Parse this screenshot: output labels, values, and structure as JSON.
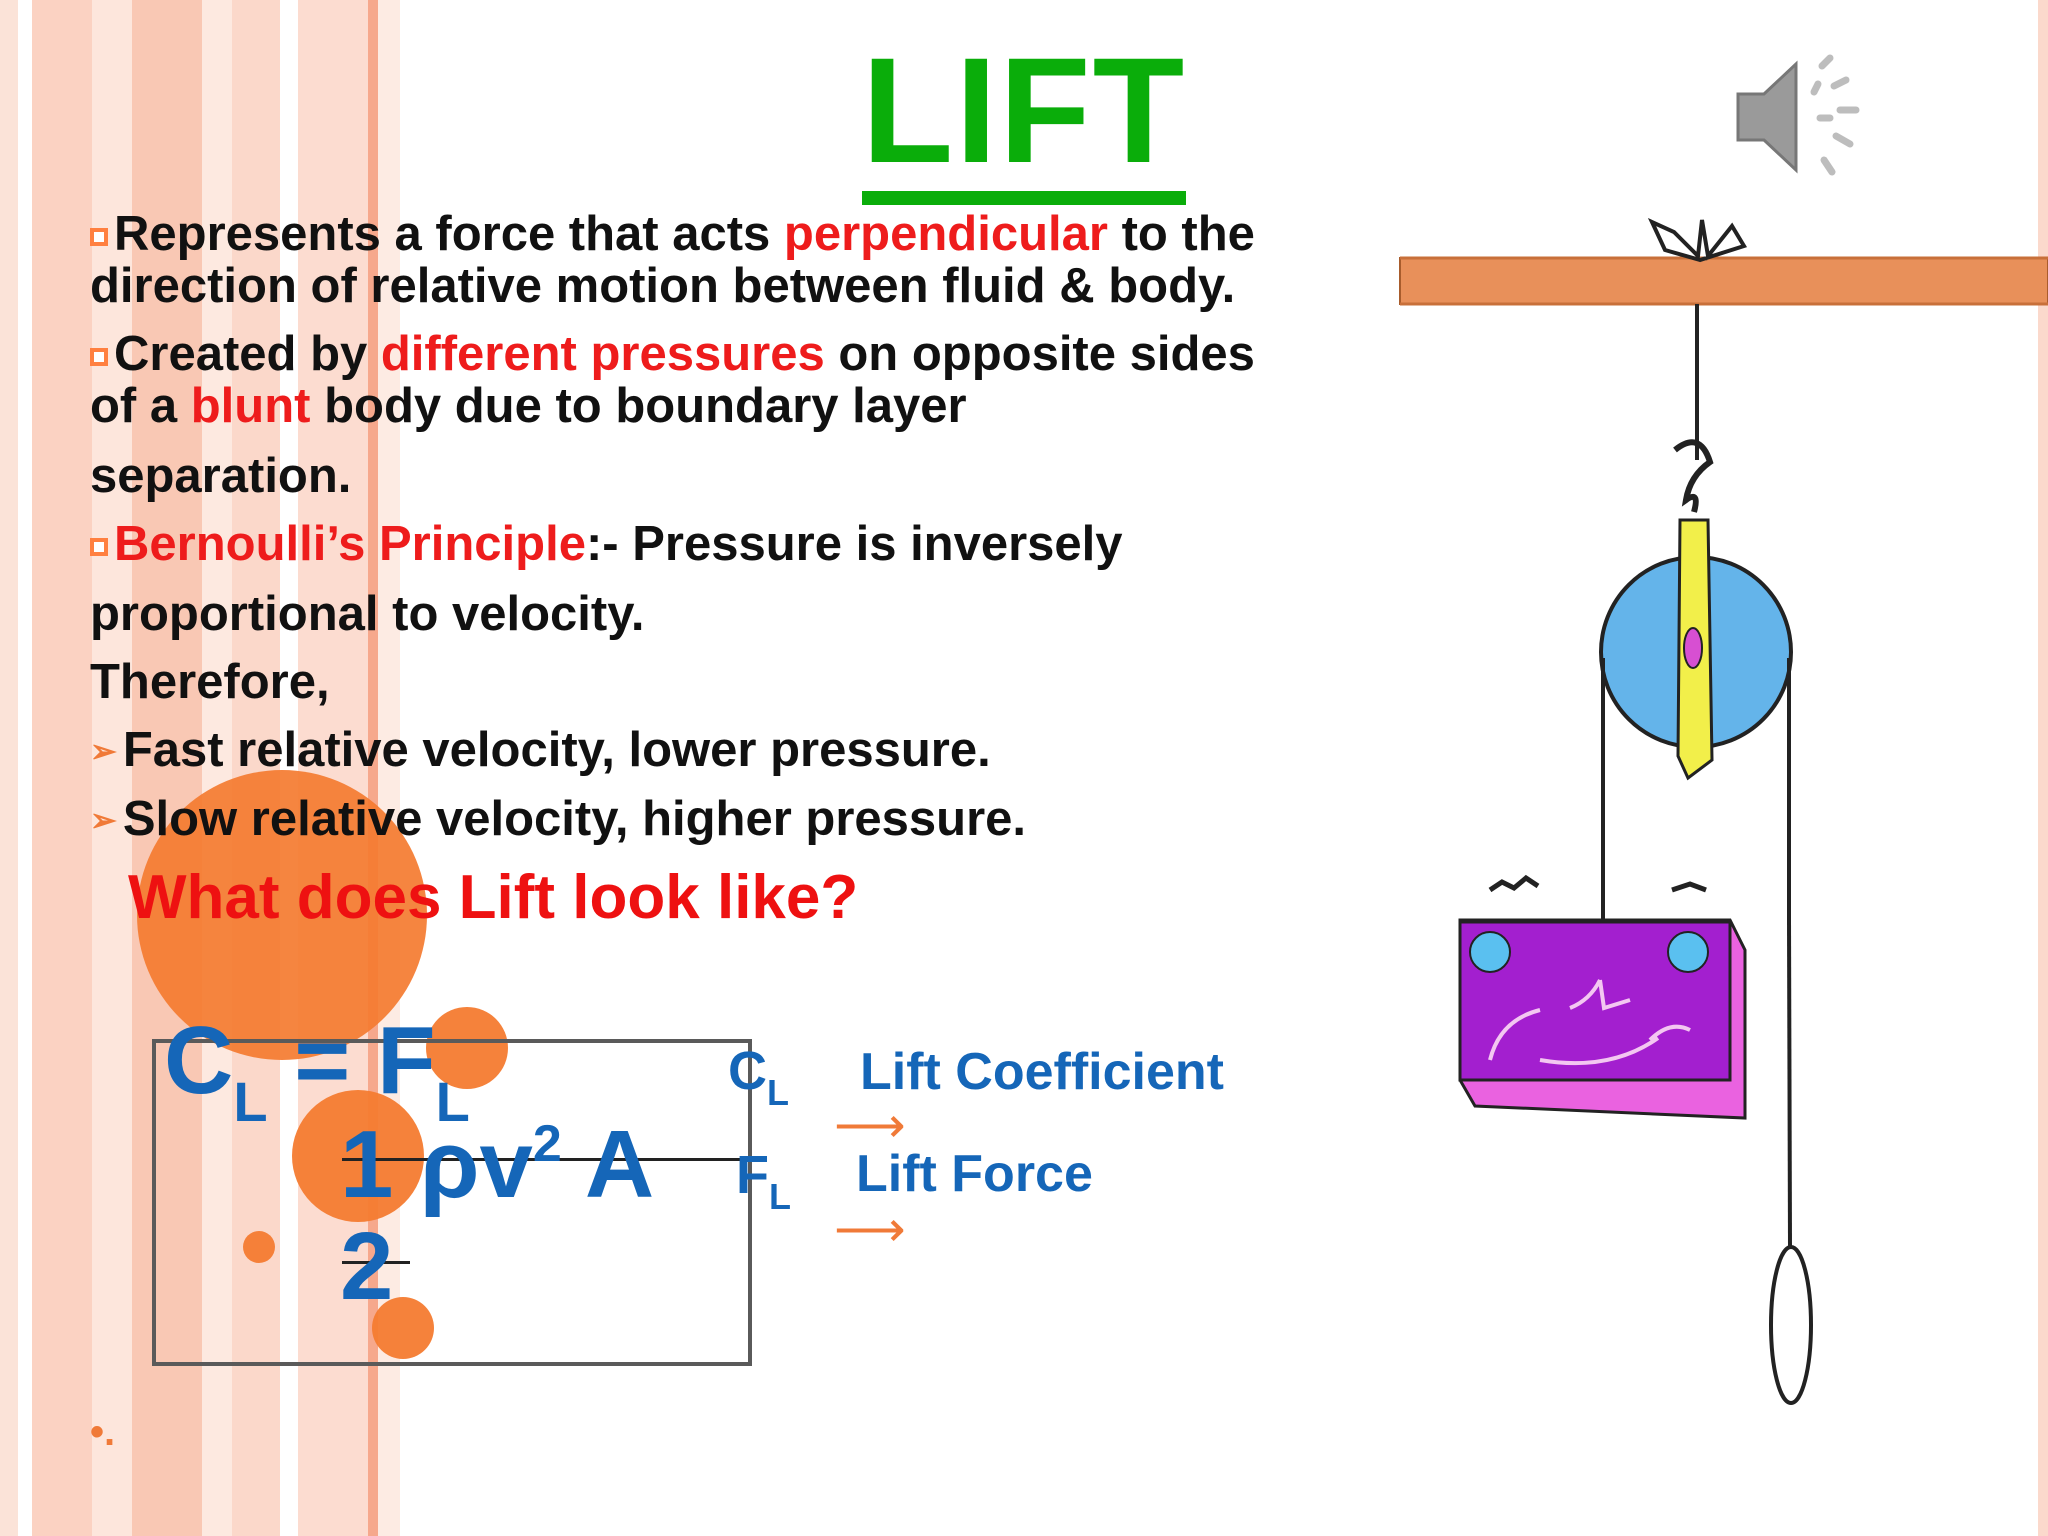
{
  "slide": {
    "title": "LIFT",
    "paragraphs": {
      "p1": {
        "before": "Represents a force that acts ",
        "highlight": "perpendicular",
        "after": " to the",
        "line2": "direction of relative motion between fluid & body."
      },
      "p2": {
        "before": "Created by ",
        "highlight": "different pressures",
        "after": " on opposite sides",
        "line2_before": "of a ",
        "line2_highlight": "blunt",
        "line2_after": " body due to boundary layer",
        "line3": "separation."
      },
      "p3": {
        "highlight": "Bernoulli’s Principle",
        "after": ":- Pressure is inversely",
        "line2": "proportional to velocity."
      },
      "therefore": "Therefore,",
      "points": [
        "Fast relative velocity, lower pressure.",
        "Slow relative velocity, higher pressure."
      ]
    },
    "question": "What does Lift look like?",
    "formula": {
      "cl": "C",
      "cl_sub": "L",
      "equals": "= F",
      "fl_sub": "L",
      "denominator_one": "1",
      "rho_v": "ρv",
      "sup_two": "2",
      "area": "A",
      "two": "2"
    },
    "legend": [
      {
        "symbol": "C",
        "sub": "L",
        "arrow": "⟶",
        "label": "Lift Coefficient"
      },
      {
        "symbol": "F",
        "sub": "L",
        "arrow": "⟶",
        "label": "Lift Force"
      }
    ],
    "trailing_mark": "•."
  },
  "colors": {
    "title": "#0aad0a",
    "highlight": "#ee1c1c",
    "formula": "#1566b8",
    "accent": "#f47b30"
  },
  "icons": {
    "speaker": "speaker-volume-icon"
  }
}
